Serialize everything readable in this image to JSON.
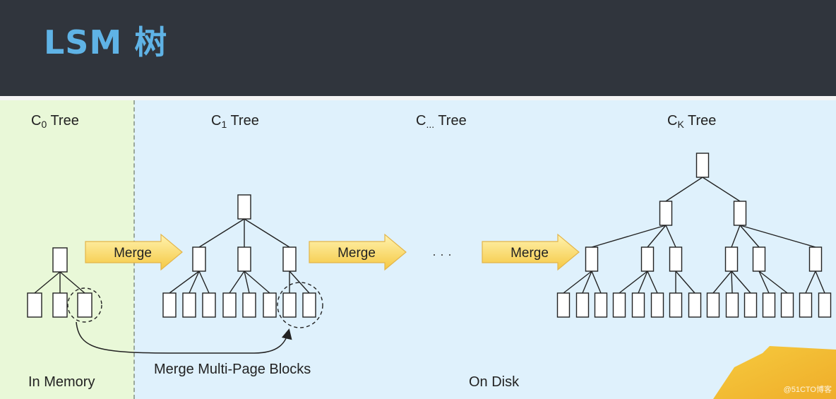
{
  "title": "LSM 树",
  "trees": {
    "c0": {
      "main": "C",
      "sub": "0",
      "tail": " Tree"
    },
    "c1": {
      "main": "C",
      "sub": "1",
      "tail": " Tree"
    },
    "cdots": {
      "main": "C",
      "sub": "...",
      "tail": " Tree"
    },
    "ck": {
      "main": "C",
      "sub": "K",
      "tail": " Tree"
    }
  },
  "arrows": {
    "merge1": "Merge",
    "merge2": "Merge",
    "merge3": "Merge"
  },
  "ellipsis": "· · ·",
  "merge_blocks_label": "Merge Multi-Page Blocks",
  "in_memory_label": "In Memory",
  "on_disk_label": "On Disk",
  "watermark": "@51CTO博客",
  "colors": {
    "header_bg": "#30353d",
    "title": "#5fb3e6",
    "memory_bg": "#e9f8d8",
    "disk_bg": "#dff1fc",
    "arrow_fill": "#f8d55c",
    "node_fill": "#ffffff",
    "accent_corner": "#f5c12e"
  }
}
